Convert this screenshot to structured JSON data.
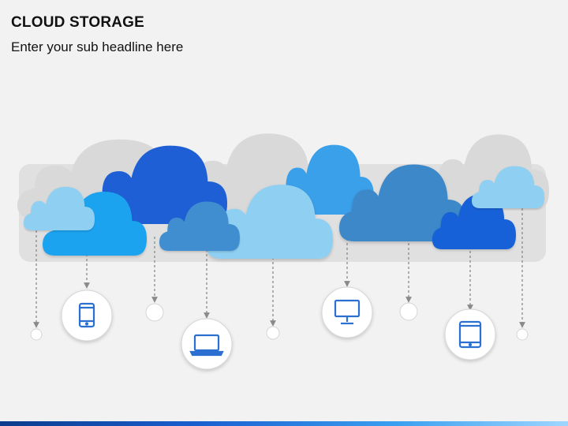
{
  "header": {
    "title": "CLOUD STORAGE",
    "subtitle": "Enter your sub headline here"
  },
  "colors": {
    "background": "#f2f2f2",
    "backdrop_band": "#e0e0e0",
    "ghost_cloud": "#d9d9d9",
    "deep_blue": "#1f5fd6",
    "bright_blue": "#1aa3f0",
    "steel_blue": "#3d88c8",
    "light_blue": "#8fd0f2",
    "icon_stroke": "#2b6fd1",
    "connector": "#8a8a8a"
  },
  "devices": [
    {
      "name": "smartphone",
      "icon": "smartphone-icon"
    },
    {
      "name": "laptop",
      "icon": "laptop-icon"
    },
    {
      "name": "desktop-monitor",
      "icon": "monitor-icon"
    },
    {
      "name": "tablet",
      "icon": "tablet-icon"
    }
  ]
}
